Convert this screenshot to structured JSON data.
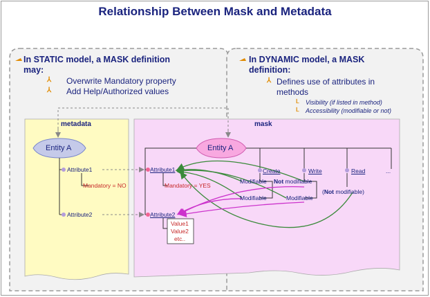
{
  "title": "Relationship Between Mask and Metadata",
  "static_panel": {
    "heading_line1": "In STATIC model, a MASK definition",
    "heading_line2": "may:",
    "items": [
      "Overwrite Mandatory property",
      "Add Help/Authorized values"
    ]
  },
  "dynamic_panel": {
    "heading_line1": "In DYNAMIC model, a MASK",
    "heading_line2": "definition:",
    "item_line1": "Defines use of attributes in",
    "item_line2": "methods",
    "subitems": [
      "Visibility (if listed in method)",
      "Accessibility (modifiable or not)"
    ]
  },
  "metadata_box": {
    "label": "metadata",
    "entity": "Entity A",
    "attribute1": "Attribute1",
    "attribute2": "Attribute2",
    "mandatory": "Mandatory = NO"
  },
  "mask_box": {
    "label": "mask",
    "entity": "Entity A",
    "attribute1": "Attribute1",
    "attribute2": "Attribute2",
    "mandatory": "Mandatory = YES",
    "values": [
      "Value1",
      "Value2",
      "etc.."
    ],
    "methods": [
      "Create",
      "Write",
      "Read",
      "..."
    ],
    "modifiable_1": "Modifiable",
    "not_label": "Not",
    "modifiable_suffix": "modifiable",
    "modifiable_2": "Modifiable",
    "modifiable_3": "Modifiable",
    "not_modifiable_open": "(",
    "not_modifiable_not": "Not",
    "not_modifiable_rest": " modifiable)"
  },
  "colors": {
    "title": "#1a237e",
    "metadata_fill": "#fffbc2",
    "mask_fill": "#f8d8f8",
    "entity_metadata": "#c5cae9",
    "entity_mask": "#f8a8e0",
    "green_arrow": "#3a8a3a",
    "magenta_arrow": "#cc33cc",
    "bullet": "#e08a00"
  }
}
